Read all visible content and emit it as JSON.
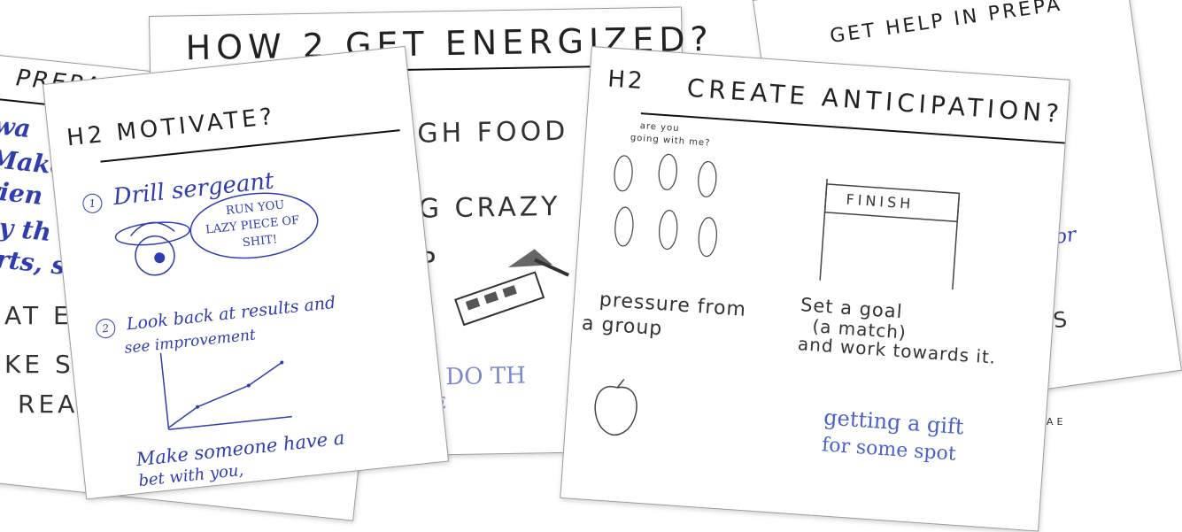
{
  "sheet_back_left": {
    "title": "PREPARE FOR A PU",
    "blue_lines": [
      "wa",
      "Make",
      "rien",
      "ay th",
      "orts, s"
    ],
    "black_lines": [
      "AT E",
      "KE S",
      "READ"
    ]
  },
  "sheet_energized": {
    "title": "HOW 2 GET ENERGIZED?",
    "lines": [
      "GH FOOD",
      "G CRAZY",
      "P",
      "E DO TH",
      "GE"
    ]
  },
  "sheet_motivate": {
    "title": "H2 MOTIVATE?",
    "item1": {
      "num": "1",
      "text": "Drill sergeant"
    },
    "speech": [
      "RUN YOU",
      "LAZY PIECE OF",
      "SHIT!"
    ],
    "item2": {
      "num": "2",
      "line1": "Look back at results and",
      "line2": "see improvement"
    },
    "item3": {
      "line1": "Make someone have a",
      "line2": "bet with you,"
    }
  },
  "sheet_anticipation": {
    "title_h2": "H2",
    "title_rest": "CREATE ANTICIPATION?",
    "bubble": [
      "are you",
      "going with me?"
    ],
    "pressure": [
      "pressure from",
      "a group"
    ],
    "finish_sign": "FINISH",
    "goal": [
      "Set a goal",
      "(a match)",
      "and work towards it."
    ],
    "gift": [
      "getting a gift",
      "for some spot"
    ]
  },
  "sheet_help": {
    "title": "GET HELP IN PREPA",
    "side_text": [
      "ERS",
      "TRAE"
    ],
    "blue_side": "or"
  }
}
